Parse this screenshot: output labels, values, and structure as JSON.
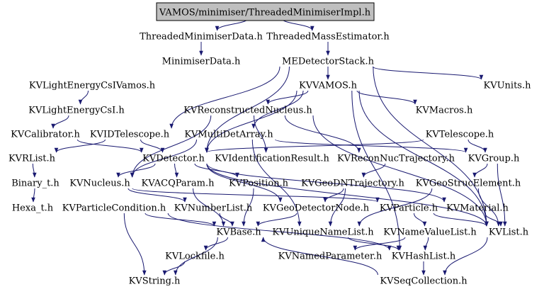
{
  "diagram": {
    "type": "include-dependency-graph",
    "colors": {
      "edge": "#191970",
      "root_fill": "#bfbfbf",
      "text": "#000000",
      "background": "#ffffff"
    },
    "root": "VAMOS/minimiser/ThreadedMinimiserImpl.h",
    "nodes": [
      "VAMOS/minimiser/ThreadedMinimiserImpl.h",
      "ThreadedMinimiserData.h",
      "ThreadedMassEstimator.h",
      "MinimiserData.h",
      "MEDetectorStack.h",
      "KVLightEnergyCsIVamos.h",
      "KVVAMOS.h",
      "KVUnits.h",
      "KVLightEnergyCsI.h",
      "KVReconstructedNucleus.h",
      "KVMacros.h",
      "KVCalibrator.h",
      "KVIDTelescope.h",
      "KVMultiDetArray.h",
      "KVTelescope.h",
      "KVRList.h",
      "KVDetector.h",
      "KVIdentificationResult.h",
      "KVReconNucTrajectory.h",
      "KVGroup.h",
      "Binary_t.h",
      "KVNucleus.h",
      "KVACQParam.h",
      "KVPosition.h",
      "KVGeoDNTrajectory.h",
      "KVGeoStrucElement.h",
      "Hexa_t.h",
      "KVParticleCondition.h",
      "KVNumberList.h",
      "KVGeoDetectorNode.h",
      "KVParticle.h",
      "KVMaterial.h",
      "KVBase.h",
      "KVUniqueNameList.h",
      "KVNameValueList.h",
      "KVList.h",
      "KVLockfile.h",
      "KVNamedParameter.h",
      "KVHashList.h",
      "KVString.h",
      "KVSeqCollection.h"
    ],
    "edges": [
      [
        "VAMOS/minimiser/ThreadedMinimiserImpl.h",
        "ThreadedMinimiserData.h"
      ],
      [
        "VAMOS/minimiser/ThreadedMinimiserImpl.h",
        "ThreadedMassEstimator.h"
      ],
      [
        "ThreadedMinimiserData.h",
        "MinimiserData.h"
      ],
      [
        "ThreadedMassEstimator.h",
        "MEDetectorStack.h"
      ],
      [
        "MEDetectorStack.h",
        "KVVAMOS.h"
      ],
      [
        "MEDetectorStack.h",
        "KVUnits.h"
      ],
      [
        "MEDetectorStack.h",
        "KVIDTelescope.h"
      ],
      [
        "MEDetectorStack.h",
        "KVDetector.h"
      ],
      [
        "MEDetectorStack.h",
        "KVList.h"
      ],
      [
        "KVLightEnergyCsIVamos.h",
        "KVLightEnergyCsI.h"
      ],
      [
        "KVLightEnergyCsI.h",
        "KVCalibrator.h"
      ],
      [
        "KVVAMOS.h",
        "KVReconstructedNucleus.h"
      ],
      [
        "KVVAMOS.h",
        "KVMacros.h"
      ],
      [
        "KVVAMOS.h",
        "KVMultiDetArray.h"
      ],
      [
        "KVVAMOS.h",
        "KVDetector.h"
      ],
      [
        "KVVAMOS.h",
        "KVList.h"
      ],
      [
        "KVVAMOS.h",
        "KVHashList.h"
      ],
      [
        "KVReconstructedNucleus.h",
        "KVNucleus.h"
      ],
      [
        "KVReconstructedNucleus.h",
        "KVIdentificationResult.h"
      ],
      [
        "KVReconstructedNucleus.h",
        "KVReconNucTrajectory.h"
      ],
      [
        "KVReconstructedNucleus.h",
        "KVList.h"
      ],
      [
        "KVMultiDetArray.h",
        "KVGroup.h"
      ],
      [
        "KVMultiDetArray.h",
        "KVNucleus.h"
      ],
      [
        "KVMultiDetArray.h",
        "KVUniqueNameList.h"
      ],
      [
        "KVCalibrator.h",
        "KVDetector.h"
      ],
      [
        "KVIDTelescope.h",
        "KVRList.h"
      ],
      [
        "KVIDTelescope.h",
        "KVDetector.h"
      ],
      [
        "KVTelescope.h",
        "KVDetector.h"
      ],
      [
        "KVTelescope.h",
        "KVGroup.h"
      ],
      [
        "KVDetector.h",
        "KVNucleus.h"
      ],
      [
        "KVDetector.h",
        "KVACQParam.h"
      ],
      [
        "KVDetector.h",
        "KVPosition.h"
      ],
      [
        "KVDetector.h",
        "KVGeoDetectorNode.h"
      ],
      [
        "KVDetector.h",
        "KVMaterial.h"
      ],
      [
        "KVDetector.h",
        "KVList.h"
      ],
      [
        "KVRList.h",
        "Binary_t.h"
      ],
      [
        "KVGroup.h",
        "KVGeoStrucElement.h"
      ],
      [
        "KVGroup.h",
        "KVList.h"
      ],
      [
        "KVReconNucTrajectory.h",
        "KVGeoDNTrajectory.h"
      ],
      [
        "KVGeoDNTrajectory.h",
        "KVGeoDetectorNode.h"
      ],
      [
        "KVGeoDNTrajectory.h",
        "KVUniqueNameList.h"
      ],
      [
        "KVGeoStrucElement.h",
        "KVUniqueNameList.h"
      ],
      [
        "KVGeoStrucElement.h",
        "KVList.h"
      ],
      [
        "Binary_t.h",
        "Hexa_t.h"
      ],
      [
        "KVNucleus.h",
        "KVParticle.h"
      ],
      [
        "KVNucleus.h",
        "KVNumberList.h"
      ],
      [
        "KVParticleCondition.h",
        "KVBase.h"
      ],
      [
        "KVParticleCondition.h",
        "KVString.h"
      ],
      [
        "KVParticleCondition.h",
        "KVHashList.h"
      ],
      [
        "KVNumberList.h",
        "KVBase.h"
      ],
      [
        "KVGeoDetectorNode.h",
        "KVBase.h"
      ],
      [
        "KVParticle.h",
        "KVNameValueList.h"
      ],
      [
        "KVParticle.h",
        "KVList.h"
      ],
      [
        "KVMaterial.h",
        "KVList.h"
      ],
      [
        "KVACQParam.h",
        "KVBase.h"
      ],
      [
        "KVPosition.h",
        "KVBase.h"
      ],
      [
        "KVUniqueNameList.h",
        "KVHashList.h"
      ],
      [
        "KVNameValueList.h",
        "KVNamedParameter.h"
      ],
      [
        "KVNameValueList.h",
        "KVHashList.h"
      ],
      [
        "KVList.h",
        "KVSeqCollection.h"
      ],
      [
        "KVBase.h",
        "KVLockfile.h"
      ],
      [
        "KVBase.h",
        "KVString.h"
      ],
      [
        "KVLockfile.h",
        "KVString.h"
      ],
      [
        "KVHashList.h",
        "KVSeqCollection.h"
      ],
      [
        "KVSeqCollection.h",
        "KVBase.h"
      ]
    ]
  }
}
